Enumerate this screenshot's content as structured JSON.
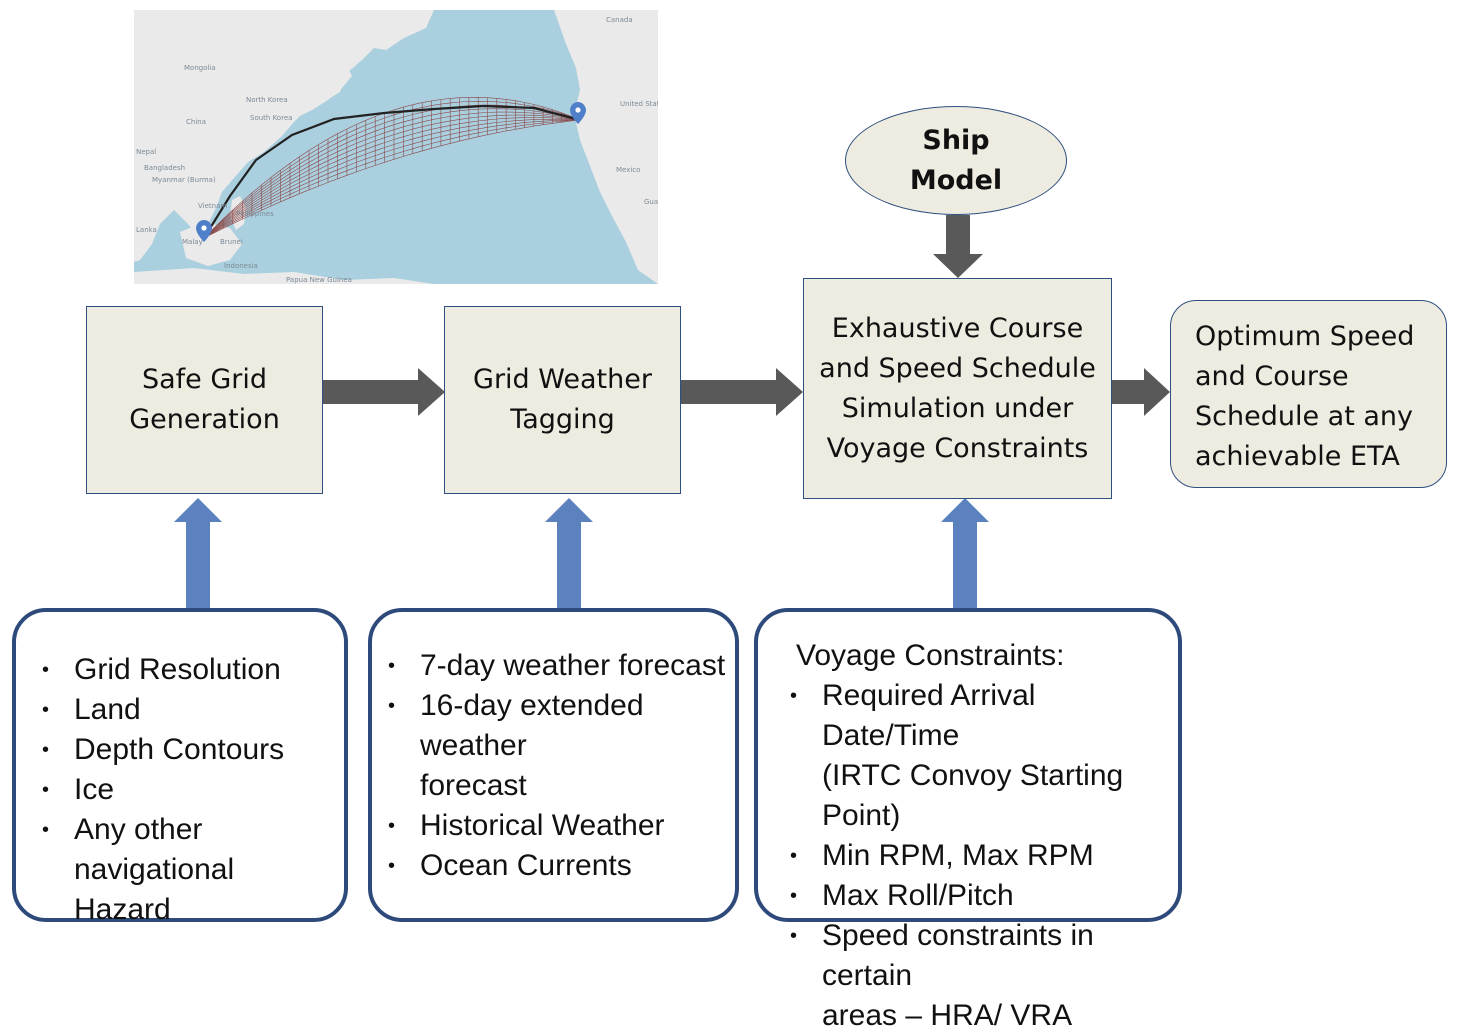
{
  "colors": {
    "box_fill": "#eeece1",
    "box_border": "#2f4f7f",
    "flow_arrow": "#595959",
    "input_arrow": "#5b82bf",
    "panel_border": "#2e4a7a",
    "map_sea": "#aacfdf",
    "map_land": "#eaeaea",
    "route_grid": "#8a4a4a"
  },
  "map": {
    "labels": {
      "canada": "Canada",
      "mongolia": "Mongolia",
      "china": "China",
      "north_korea": "North Korea",
      "south_korea": "South Korea",
      "united_states": "United States",
      "mexico": "Mexico",
      "nepal": "Nepal",
      "bangladesh": "Bangladesh",
      "myanmar": "Myanmar (Burma)",
      "vietnam": "Vietnam",
      "philippines": "Philippines",
      "lanka": "Lanka",
      "malaysia": "Malay",
      "brunei": "Brunei",
      "indonesia": "Indonesia",
      "papua": "Papua New Guinea",
      "guat": "Guat"
    },
    "icons": {
      "start_marker": "map-pin-icon",
      "end_marker": "map-pin-icon"
    }
  },
  "process": {
    "safe_grid": "Safe Grid\nGeneration",
    "grid_weather": "Grid Weather\nTagging",
    "simulation": "Exhaustive Course\nand Speed Schedule\nSimulation under\nVoyage Constraints",
    "ship_model": "Ship\nModel",
    "output": "Optimum Speed\n and Course\n Schedule at any\n achievable ETA"
  },
  "inputs": {
    "grid": {
      "items": [
        "Grid Resolution",
        "Land",
        "Depth Contours",
        "Ice",
        "Any other navigational\nHazard"
      ]
    },
    "weather": {
      "items": [
        "7-day weather forecast",
        "16-day extended weather\nforecast",
        "Historical Weather",
        "Ocean Currents"
      ]
    },
    "voyage": {
      "heading": "Voyage Constraints:",
      "items": [
        "Required Arrival Date/Time\n(IRTC Convoy Starting Point)",
        "Min RPM, Max RPM",
        "Max Roll/Pitch",
        "Speed constraints in certain\nareas – HRA/ VRA"
      ]
    }
  }
}
